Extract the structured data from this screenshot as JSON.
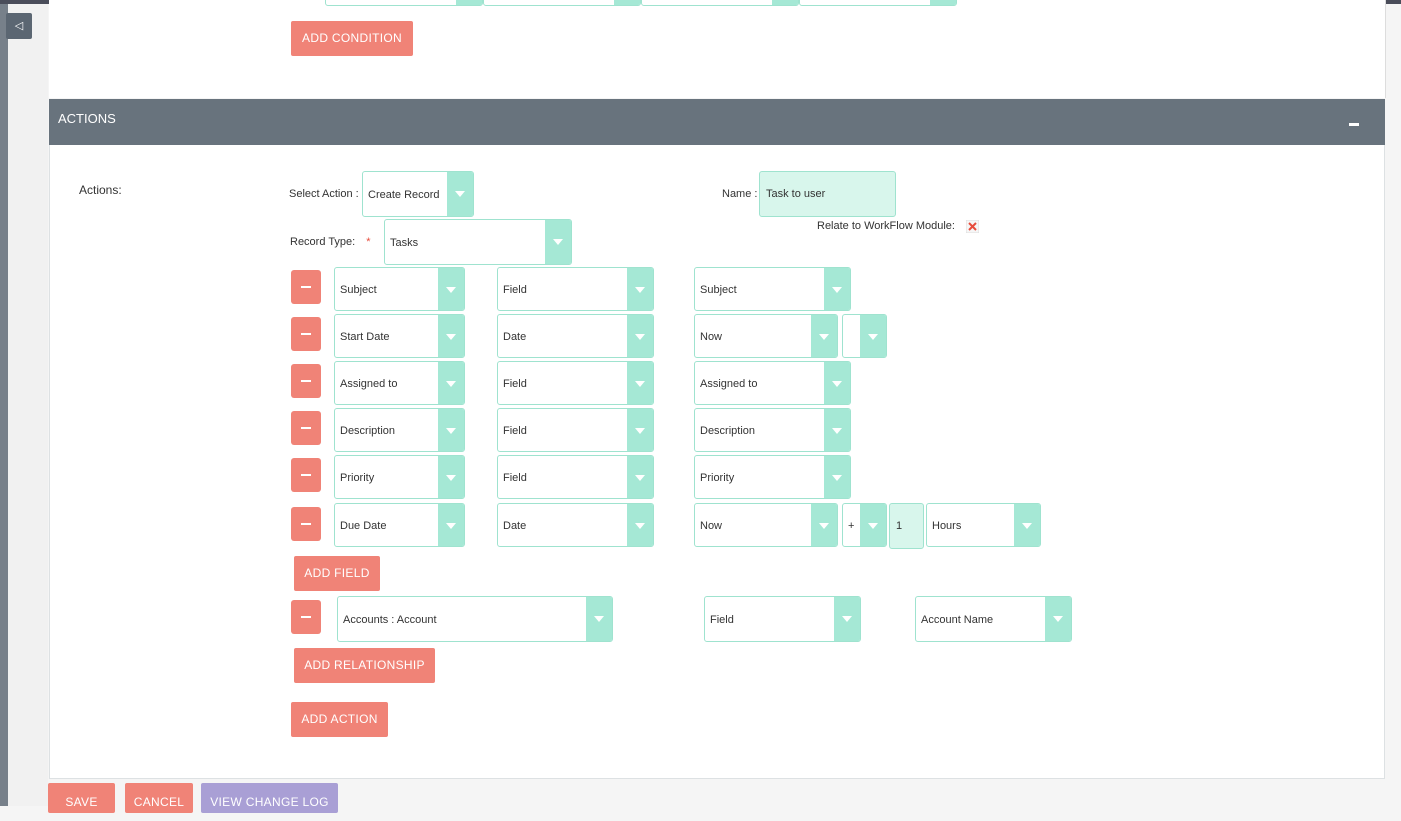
{
  "sidebar": {
    "collapse_label": "◁"
  },
  "conditions": {
    "add_condition_label": "ADD CONDITION"
  },
  "actions_panel": {
    "title": "ACTIONS",
    "collapse_symbol": "-"
  },
  "actions": {
    "section_label": "Actions:",
    "select_action_label": "Select Action :",
    "select_action_value": "Create Record",
    "name_label": "Name :",
    "name_value": "Task to user",
    "relate_label": "Relate to WorkFlow Module:",
    "record_type_label": "Record Type:",
    "required_mark": "*",
    "record_type_value": "Tasks"
  },
  "field_rows": [
    {
      "field": "Subject",
      "type": "Field",
      "value": "Subject"
    },
    {
      "field": "Start Date",
      "type": "Date",
      "value": "Now"
    },
    {
      "field": "Assigned to",
      "type": "Field",
      "value": "Assigned to"
    },
    {
      "field": "Description",
      "type": "Field",
      "value": "Description"
    },
    {
      "field": "Priority",
      "type": "Field",
      "value": "Priority"
    },
    {
      "field": "Due Date",
      "type": "Date",
      "value": "Now",
      "operator": "+",
      "amount": "1",
      "unit": "Hours"
    }
  ],
  "add_field_label": "ADD FIELD",
  "relationship": {
    "module": "Accounts : Account",
    "type": "Field",
    "value": "Account Name"
  },
  "add_relationship_label": "ADD RELATIONSHIP",
  "add_action_label": "ADD ACTION",
  "footer": {
    "save": "SAVE",
    "cancel": "CANCEL",
    "view_log": "VIEW CHANGE LOG"
  },
  "colors": {
    "accent": "#f08377",
    "header": "#68737d",
    "select_border": "#9fe3cf",
    "select_arrow": "#a5e8d5"
  }
}
